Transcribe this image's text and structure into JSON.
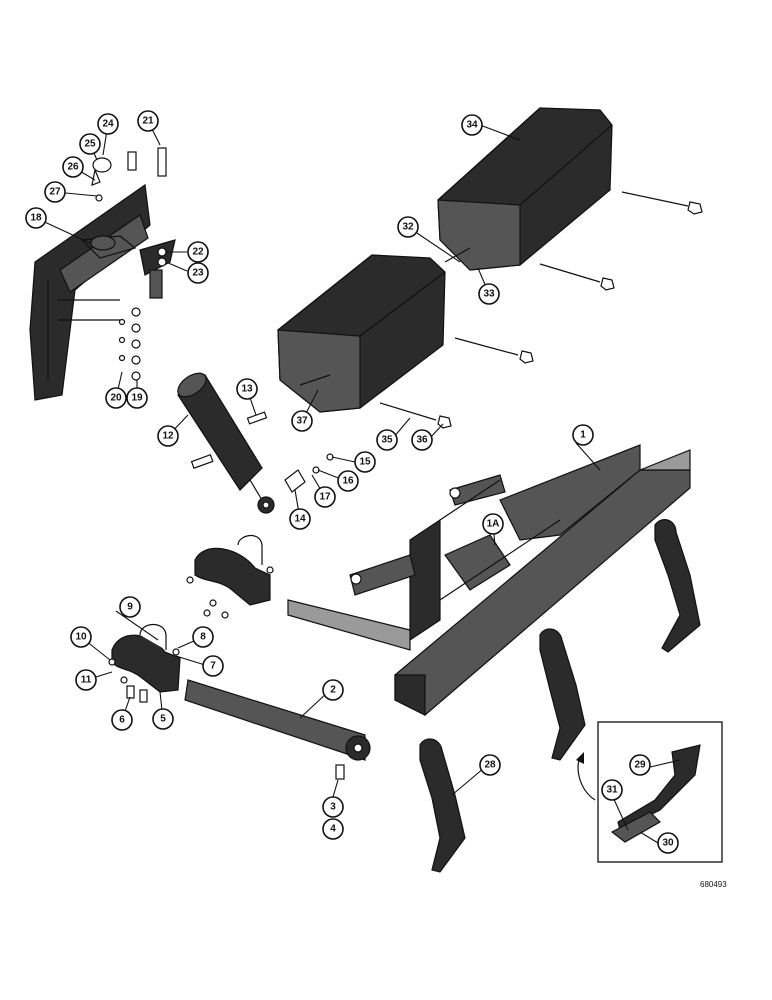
{
  "diagram": {
    "reference_code": "680493",
    "callouts": {
      "c1": "1",
      "c1a": "1A",
      "c2": "2",
      "c3": "3",
      "c4": "4",
      "c5": "5",
      "c6": "6",
      "c7": "7",
      "c8": "8",
      "c9": "9",
      "c10": "10",
      "c11": "11",
      "c12": "12",
      "c13": "13",
      "c14": "14",
      "c15": "15",
      "c16": "16",
      "c17": "17",
      "c18": "18",
      "c19": "19",
      "c20": "20",
      "c21": "21",
      "c22": "22",
      "c23": "23",
      "c24": "24",
      "c25": "25",
      "c26": "26",
      "c27": "27",
      "c28": "28",
      "c29": "29",
      "c30": "30",
      "c31": "31",
      "c32": "32",
      "c33": "33",
      "c34": "34",
      "c35": "35",
      "c36": "36",
      "c37": "37"
    }
  }
}
